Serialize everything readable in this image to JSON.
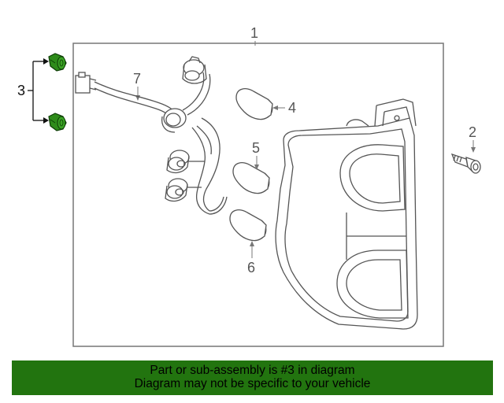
{
  "callouts": {
    "c1": "1",
    "c2": "2",
    "c3": "3",
    "c4": "4",
    "c5": "5",
    "c6": "6",
    "c7": "7"
  },
  "highlight_color": "#22740f",
  "footer": {
    "line1": "Part or sub-assembly is #3 in diagram",
    "line2": "Diagram may not be specific to your vehicle"
  }
}
